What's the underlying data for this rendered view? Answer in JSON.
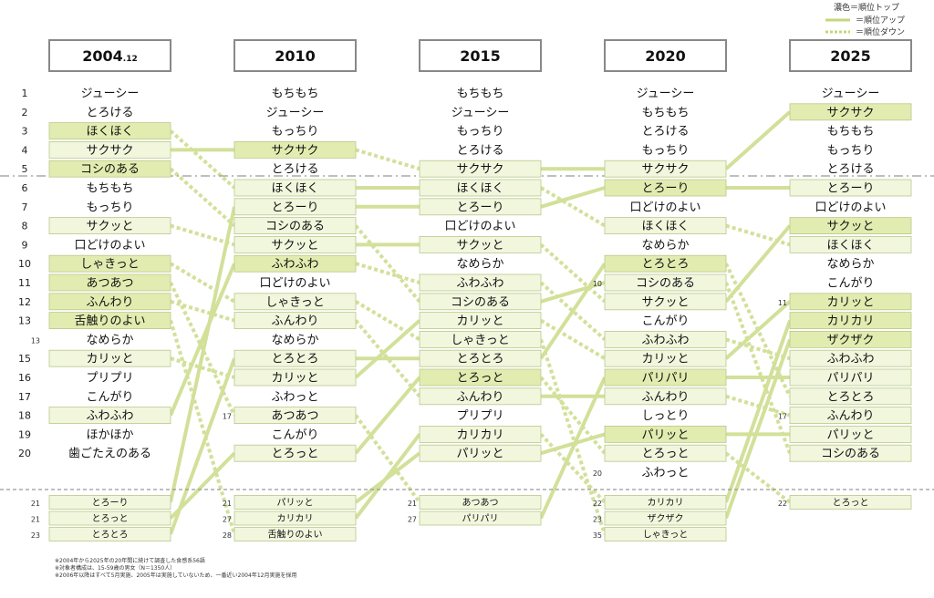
{
  "legend": {
    "dark": "濃色＝順位トップ",
    "up": "＝順位アップ",
    "down": "＝順位ダウン"
  },
  "colors": {
    "highlight_fill": "#e2ecb0",
    "light_fill": "#f1f6dd",
    "box_border": "#b9c98a",
    "line": "#d2e099",
    "header_border": "#888888",
    "divider": "#999999"
  },
  "notes": [
    "※2004年から2025年の20年間に続けて調査した食感系56語",
    "※対象者構成は、15-59歳の男女（N＝1350人）",
    "※2006年以降はすべて5月実施、2005年は実施していないため、一番近い2004年12月実施を採用"
  ],
  "chart_data": {
    "type": "table",
    "columns": [
      {
        "year": "2004",
        "year_suffix": ".12",
        "items": [
          {
            "rank": "1",
            "label": "ジューシー",
            "box": "none"
          },
          {
            "rank": "2",
            "label": "とろける",
            "box": "none"
          },
          {
            "rank": "3",
            "label": "ほくほく",
            "box": "dark"
          },
          {
            "rank": "4",
            "label": "サクサク",
            "box": "light"
          },
          {
            "rank": "5",
            "label": "コシのある",
            "box": "dark"
          },
          {
            "rank": "6",
            "label": "もちもち",
            "box": "none"
          },
          {
            "rank": "7",
            "label": "もっちり",
            "box": "none"
          },
          {
            "rank": "8",
            "label": "サクッと",
            "box": "light"
          },
          {
            "rank": "9",
            "label": "口どけのよい",
            "box": "none"
          },
          {
            "rank": "10",
            "label": "しゃきっと",
            "box": "dark"
          },
          {
            "rank": "11",
            "label": "あつあつ",
            "box": "dark"
          },
          {
            "rank": "12",
            "label": "ふんわり",
            "box": "dark"
          },
          {
            "rank": "13",
            "label": "舌触りのよい",
            "box": "dark"
          },
          {
            "rank": "13",
            "label": "なめらか",
            "box": "none"
          },
          {
            "rank": "15",
            "label": "カリッと",
            "box": "light"
          },
          {
            "rank": "16",
            "label": "プリプリ",
            "box": "none"
          },
          {
            "rank": "17",
            "label": "こんがり",
            "box": "none"
          },
          {
            "rank": "18",
            "label": "ふわふわ",
            "box": "light"
          },
          {
            "rank": "19",
            "label": "ほかほか",
            "box": "none"
          },
          {
            "rank": "20",
            "label": "歯ごたえのある",
            "box": "none"
          },
          {
            "rank": "21",
            "label": "とろーり",
            "box": "light"
          },
          {
            "rank": "21",
            "label": "とろっと",
            "box": "light"
          },
          {
            "rank": "23",
            "label": "とろとろ",
            "box": "light"
          }
        ]
      },
      {
        "year": "2010",
        "year_suffix": "",
        "items": [
          {
            "rank": "",
            "label": "もちもち",
            "box": "none"
          },
          {
            "rank": "",
            "label": "ジューシー",
            "box": "none"
          },
          {
            "rank": "",
            "label": "もっちり",
            "box": "none"
          },
          {
            "rank": "",
            "label": "サクサク",
            "box": "dark"
          },
          {
            "rank": "",
            "label": "とろける",
            "box": "none"
          },
          {
            "rank": "",
            "label": "ほくほく",
            "box": "light"
          },
          {
            "rank": "",
            "label": "とろーり",
            "box": "light"
          },
          {
            "rank": "",
            "label": "コシのある",
            "box": "light"
          },
          {
            "rank": "",
            "label": "サクッと",
            "box": "light"
          },
          {
            "rank": "",
            "label": "ふわふわ",
            "box": "dark"
          },
          {
            "rank": "",
            "label": "口どけのよい",
            "box": "none"
          },
          {
            "rank": "",
            "label": "しゃきっと",
            "box": "light"
          },
          {
            "rank": "",
            "label": "ふんわり",
            "box": "light"
          },
          {
            "rank": "",
            "label": "なめらか",
            "box": "none"
          },
          {
            "rank": "",
            "label": "とろとろ",
            "box": "light"
          },
          {
            "rank": "",
            "label": "カリッと",
            "box": "light"
          },
          {
            "rank": "",
            "label": "ふわっと",
            "box": "none"
          },
          {
            "rank": "17",
            "label": "あつあつ",
            "box": "light"
          },
          {
            "rank": "",
            "label": "こんがり",
            "box": "none"
          },
          {
            "rank": "",
            "label": "とろっと",
            "box": "light"
          },
          {
            "rank": "21",
            "label": "パリッと",
            "box": "light"
          },
          {
            "rank": "27",
            "label": "カリカリ",
            "box": "light"
          },
          {
            "rank": "28",
            "label": "舌触りのよい",
            "box": "light"
          }
        ]
      },
      {
        "year": "2015",
        "year_suffix": "",
        "items": [
          {
            "rank": "",
            "label": "もちもち",
            "box": "none"
          },
          {
            "rank": "",
            "label": "ジューシー",
            "box": "none"
          },
          {
            "rank": "",
            "label": "もっちり",
            "box": "none"
          },
          {
            "rank": "",
            "label": "とろける",
            "box": "none"
          },
          {
            "rank": "",
            "label": "サクサク",
            "box": "light"
          },
          {
            "rank": "",
            "label": "ほくほく",
            "box": "light"
          },
          {
            "rank": "",
            "label": "とろーり",
            "box": "light"
          },
          {
            "rank": "",
            "label": "口どけのよい",
            "box": "none"
          },
          {
            "rank": "",
            "label": "サクッと",
            "box": "light"
          },
          {
            "rank": "",
            "label": "なめらか",
            "box": "none"
          },
          {
            "rank": "",
            "label": "ふわふわ",
            "box": "light"
          },
          {
            "rank": "",
            "label": "コシのある",
            "box": "light"
          },
          {
            "rank": "",
            "label": "カリッと",
            "box": "light"
          },
          {
            "rank": "",
            "label": "しゃきっと",
            "box": "light"
          },
          {
            "rank": "",
            "label": "とろとろ",
            "box": "light"
          },
          {
            "rank": "",
            "label": "とろっと",
            "box": "dark"
          },
          {
            "rank": "",
            "label": "ふんわり",
            "box": "light"
          },
          {
            "rank": "",
            "label": "プリプリ",
            "box": "none"
          },
          {
            "rank": "",
            "label": "カリカリ",
            "box": "light"
          },
          {
            "rank": "",
            "label": "パリッと",
            "box": "light"
          },
          {
            "rank": "21",
            "label": "あつあつ",
            "box": "light"
          },
          {
            "rank": "27",
            "label": "パリパリ",
            "box": "light"
          }
        ]
      },
      {
        "year": "2020",
        "year_suffix": "",
        "items": [
          {
            "rank": "",
            "label": "ジューシー",
            "box": "none"
          },
          {
            "rank": "",
            "label": "もちもち",
            "box": "none"
          },
          {
            "rank": "",
            "label": "とろける",
            "box": "none"
          },
          {
            "rank": "",
            "label": "もっちり",
            "box": "none"
          },
          {
            "rank": "",
            "label": "サクサク",
            "box": "light"
          },
          {
            "rank": "",
            "label": "とろーり",
            "box": "dark"
          },
          {
            "rank": "",
            "label": "口どけのよい",
            "box": "none"
          },
          {
            "rank": "",
            "label": "ほくほく",
            "box": "light"
          },
          {
            "rank": "",
            "label": "なめらか",
            "box": "none"
          },
          {
            "rank": "",
            "label": "とろとろ",
            "box": "dark"
          },
          {
            "rank": "10",
            "label": "コシのある",
            "box": "light"
          },
          {
            "rank": "",
            "label": "サクッと",
            "box": "light"
          },
          {
            "rank": "",
            "label": "こんがり",
            "box": "none"
          },
          {
            "rank": "",
            "label": "ふわふわ",
            "box": "light"
          },
          {
            "rank": "",
            "label": "カリッと",
            "box": "light"
          },
          {
            "rank": "",
            "label": "パリパリ",
            "box": "dark"
          },
          {
            "rank": "",
            "label": "ふんわり",
            "box": "light"
          },
          {
            "rank": "",
            "label": "しっとり",
            "box": "none"
          },
          {
            "rank": "",
            "label": "パリッと",
            "box": "dark"
          },
          {
            "rank": "",
            "label": "とろっと",
            "box": "light"
          },
          {
            "rank": "20",
            "label": "ふわっと",
            "box": "none"
          },
          {
            "rank": "22",
            "label": "カリカリ",
            "box": "light"
          },
          {
            "rank": "23",
            "label": "ザクザク",
            "box": "light"
          },
          {
            "rank": "35",
            "label": "しゃきっと",
            "box": "light"
          }
        ]
      },
      {
        "year": "2025",
        "year_suffix": "",
        "items": [
          {
            "rank": "",
            "label": "ジューシー",
            "box": "none"
          },
          {
            "rank": "",
            "label": "サクサク",
            "box": "dark"
          },
          {
            "rank": "",
            "label": "もちもち",
            "box": "none"
          },
          {
            "rank": "",
            "label": "もっちり",
            "box": "none"
          },
          {
            "rank": "",
            "label": "とろける",
            "box": "none"
          },
          {
            "rank": "",
            "label": "とろーり",
            "box": "light"
          },
          {
            "rank": "",
            "label": "口どけのよい",
            "box": "none"
          },
          {
            "rank": "",
            "label": "サクッと",
            "box": "dark"
          },
          {
            "rank": "",
            "label": "ほくほく",
            "box": "light"
          },
          {
            "rank": "",
            "label": "なめらか",
            "box": "none"
          },
          {
            "rank": "",
            "label": "こんがり",
            "box": "none"
          },
          {
            "rank": "11",
            "label": "カリッと",
            "box": "dark"
          },
          {
            "rank": "",
            "label": "カリカリ",
            "box": "dark"
          },
          {
            "rank": "",
            "label": "ザクザク",
            "box": "dark"
          },
          {
            "rank": "",
            "label": "ふわふわ",
            "box": "light"
          },
          {
            "rank": "",
            "label": "パリパリ",
            "box": "light"
          },
          {
            "rank": "",
            "label": "とろとろ",
            "box": "light"
          },
          {
            "rank": "17",
            "label": "ふんわり",
            "box": "light"
          },
          {
            "rank": "",
            "label": "パリッと",
            "box": "light"
          },
          {
            "rank": "",
            "label": "コシのある",
            "box": "light"
          },
          {
            "rank": "22",
            "label": "とろっと",
            "box": "light"
          }
        ]
      }
    ]
  }
}
